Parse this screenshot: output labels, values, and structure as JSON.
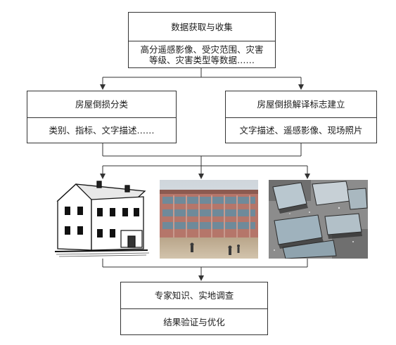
{
  "top_box": {
    "title": "数据获取与收集",
    "content": "高分遥感影像、受灾范围、灾害等级、灾害类型等数据……"
  },
  "left_box": {
    "title": "房屋倒损分类",
    "content": "类别、指标、文字描述……"
  },
  "right_box": {
    "title": "房屋倒损解译标志建立",
    "content": "文字描述、遥感影像、现场照片"
  },
  "bottom_box": {
    "title": "专家知识、实地调查",
    "content": "结果验证与优化"
  }
}
